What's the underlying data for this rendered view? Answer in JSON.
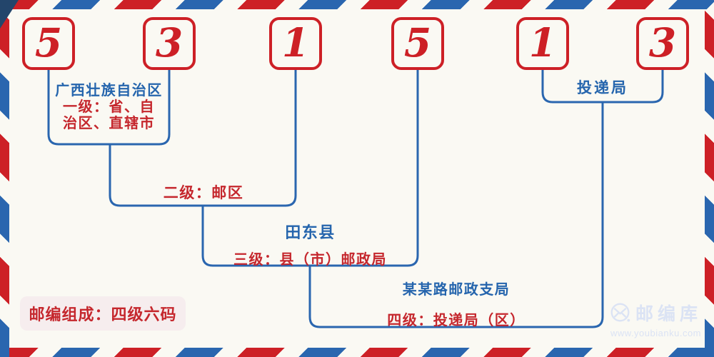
{
  "postal_code": {
    "digits": [
      "5",
      "3",
      "1",
      "5",
      "1",
      "3"
    ]
  },
  "labels": {
    "level1": {
      "region": "广西壮族自治区",
      "line1": "一级：省、自",
      "line2": "治区、直辖市"
    },
    "level2": {
      "text": "二级：邮区"
    },
    "level3": {
      "place": "田东县",
      "text": "三级：县（市）邮政局"
    },
    "level4": {
      "place": "某某路邮政支局",
      "text": "四级：投递局（区）"
    },
    "delivery": {
      "text": "投递局"
    }
  },
  "badge": {
    "text": "邮编组成：四级六码"
  },
  "watermark": {
    "brand": "邮编库",
    "url": "www.youbianku.com"
  },
  "colors": {
    "bg": "#faf9f3",
    "red": "#cd2026",
    "blue": "#2a66af",
    "text-red": "#c5272d",
    "text-blue": "#2565ad",
    "navy": "#23456b",
    "badge-bg": "#f6edee",
    "wm": "#dbe3f4"
  }
}
